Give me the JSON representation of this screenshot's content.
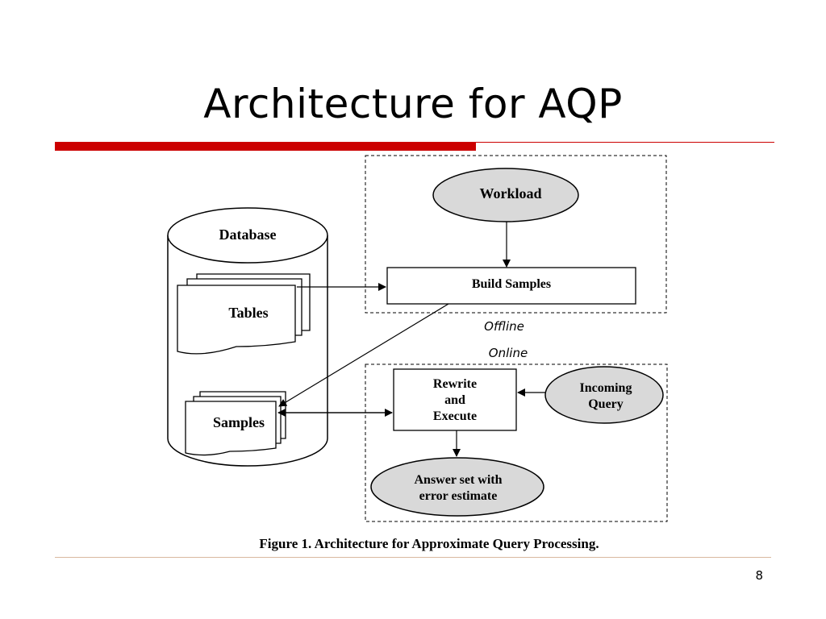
{
  "slide": {
    "title": "Architecture for AQP",
    "page_number": "8"
  },
  "colors": {
    "accent_red": "#cc0000",
    "ellipse_fill": "#d9d9d9",
    "rule_line": "#d9b8a0"
  },
  "diagram": {
    "database_label": "Database",
    "tables_label": "Tables",
    "samples_label": "Samples",
    "workload_label": "Workload",
    "build_samples_label": "Build Samples",
    "offline_label": "Offline",
    "online_label": "Online",
    "rewrite_lines": [
      "Rewrite",
      "and",
      "Execute"
    ],
    "incoming_query_lines": [
      "Incoming",
      "Query"
    ],
    "answer_set_lines": [
      "Answer set with",
      "error estimate"
    ],
    "caption": "Figure 1. Architecture for Approximate Query Processing."
  }
}
